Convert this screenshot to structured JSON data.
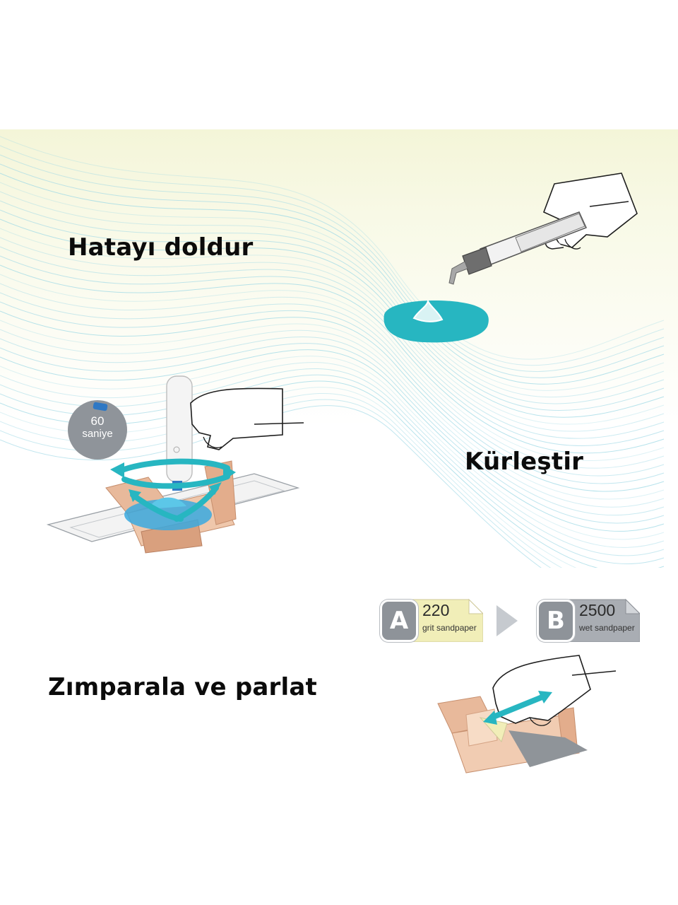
{
  "steps": [
    {
      "title": "Hatayı doldur"
    },
    {
      "title": "Kürleştir"
    },
    {
      "title": "Zımparala ve parlat"
    }
  ],
  "timer": {
    "value": "60",
    "unit": "saniye"
  },
  "sandpapers": [
    {
      "grade": "A",
      "grit": "220",
      "kind": "grit sandpaper",
      "color": "#f1eeb8"
    },
    {
      "grade": "B",
      "grit": "2500",
      "kind": "wet sandpaper",
      "color": "#a9adb3"
    }
  ],
  "colors": {
    "accent": "#27b6c1",
    "wave_line": "#9fd9e6",
    "badge": "#8f949a",
    "timer_segment": "#2f78c4",
    "band_top": "#f4f5d8"
  },
  "icons": [
    "syringe-icon",
    "hand-icon",
    "curing-light-icon",
    "timer-icon",
    "rotate-arrows-icon",
    "next-arrow-icon",
    "sandpaper-icon",
    "double-arrow-icon"
  ]
}
